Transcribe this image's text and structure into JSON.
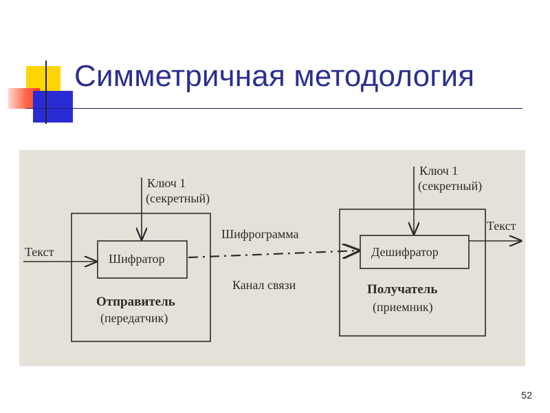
{
  "slide": {
    "title": "Симметричная методология",
    "page_number": "52"
  },
  "colors": {
    "title": "#2b2f8f",
    "deco_yellow": "#ffd400",
    "deco_red": "#ff3b1f",
    "deco_blue": "#2b2bd6",
    "paper": "#e6e1d8"
  },
  "diagram": {
    "sender": {
      "key_line1": "Ключ 1",
      "key_line2": "(секретный)",
      "block": "Шифратор",
      "label_line1": "Отправитель",
      "label_line2": "(передатчик)",
      "input_text": "Текст"
    },
    "channel": {
      "top_label": "Шифрограмма",
      "bottom_label": "Канал связи"
    },
    "receiver": {
      "key_line1": "Ключ 1",
      "key_line2": "(секретный)",
      "block": "Дешифратор",
      "label_line1": "Получатель",
      "label_line2": "(приемник)",
      "output_text": "Текст"
    }
  }
}
